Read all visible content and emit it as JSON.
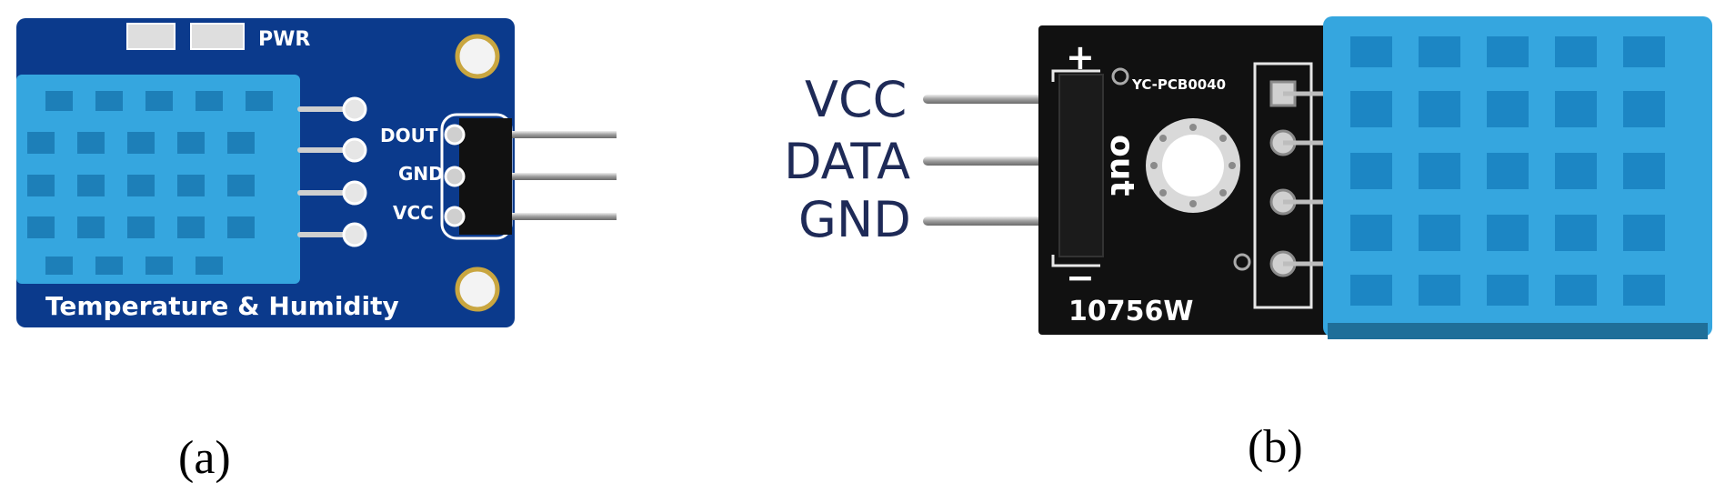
{
  "panel_a": {
    "caption": "(a)",
    "silkscreen_top": "PWR",
    "pin_labels": [
      "DOUT",
      "GND",
      "VCC"
    ],
    "board_title": "Temperature & Humidity"
  },
  "panel_b": {
    "caption": "(b)",
    "pin_labels": [
      "VCC",
      "DATA",
      "GND"
    ],
    "silk_plus": "+",
    "silk_minus": "−",
    "silk_out": "out",
    "part_code": "YC-PCB0040",
    "board_code": "10756W"
  },
  "colors": {
    "board_a": "#0b3a8c",
    "board_b": "#111111",
    "sensor": "#35a6df",
    "pin_metal": "#bfbfbf"
  }
}
